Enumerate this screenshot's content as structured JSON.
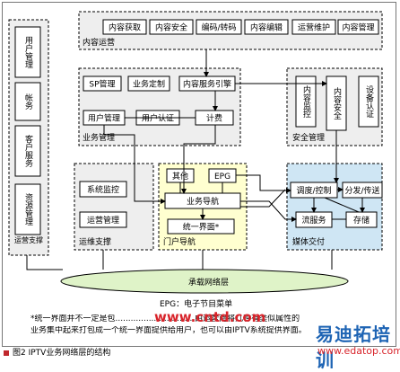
{
  "diagram": {
    "groups": {
      "content_ops": "内容运营",
      "ops_support": "运营支撑",
      "business_mgmt": "业务管理",
      "security_mgmt": "安全管理",
      "om_support": "运维支撑",
      "portal_nav": "门户导航",
      "media_delivery": "媒体交付",
      "bearer_network": "承载网络层"
    },
    "content_ops_boxes": [
      "内容获取",
      "内容安全",
      "编码/转码",
      "内容编辑",
      "运营维护",
      "内容管理"
    ],
    "ops_support_boxes": [
      "用户管理",
      "帐务",
      "客户服务",
      "资源管理"
    ],
    "business_boxes": {
      "sp_mgmt": "SP管理",
      "service_custom": "业务定制",
      "content_service_guide": "内容服务引擎",
      "user_mgmt": "用户管理",
      "user_auth": "用户认证",
      "billing": "计费"
    },
    "security_boxes": [
      "内容监控",
      "内容安全",
      "设备认证"
    ],
    "om_boxes": [
      "系统监控",
      "运营管理"
    ],
    "portal_boxes": {
      "other": "其他",
      "epg": "EPG",
      "service_nav": "业务导航",
      "unified_portal": "统一界面*"
    },
    "media_boxes": {
      "scheduling": "调度/控制",
      "distribution": "分发/传送",
      "streaming": "流服务",
      "storage": "存储"
    },
    "epg_note": "EPG：电子节目菜单",
    "footnote_line1": "*统一界面并不一定是包...............................由运营商将几种有类似属性的",
    "footnote_line2": "业务集中起来打包成一个统一界面提供给用户，也可以由IPTV系统提供界面。",
    "caption": "图2  IPTV业务网络层的结构",
    "watermarks": [
      "www.cntd.com",
      "易迪拓培训",
      "www.edatop.com"
    ]
  },
  "colors": {
    "group_fill": "#eeeeee",
    "portal_fill": "#ffffd0",
    "media_fill": "#cfe6f4",
    "box_fill": "#ffffff",
    "network_fill": "#dff3c8",
    "watermark_red": "#d8232a",
    "watermark_blue": "#1e64b4",
    "caption_marker": "#c0282d"
  }
}
